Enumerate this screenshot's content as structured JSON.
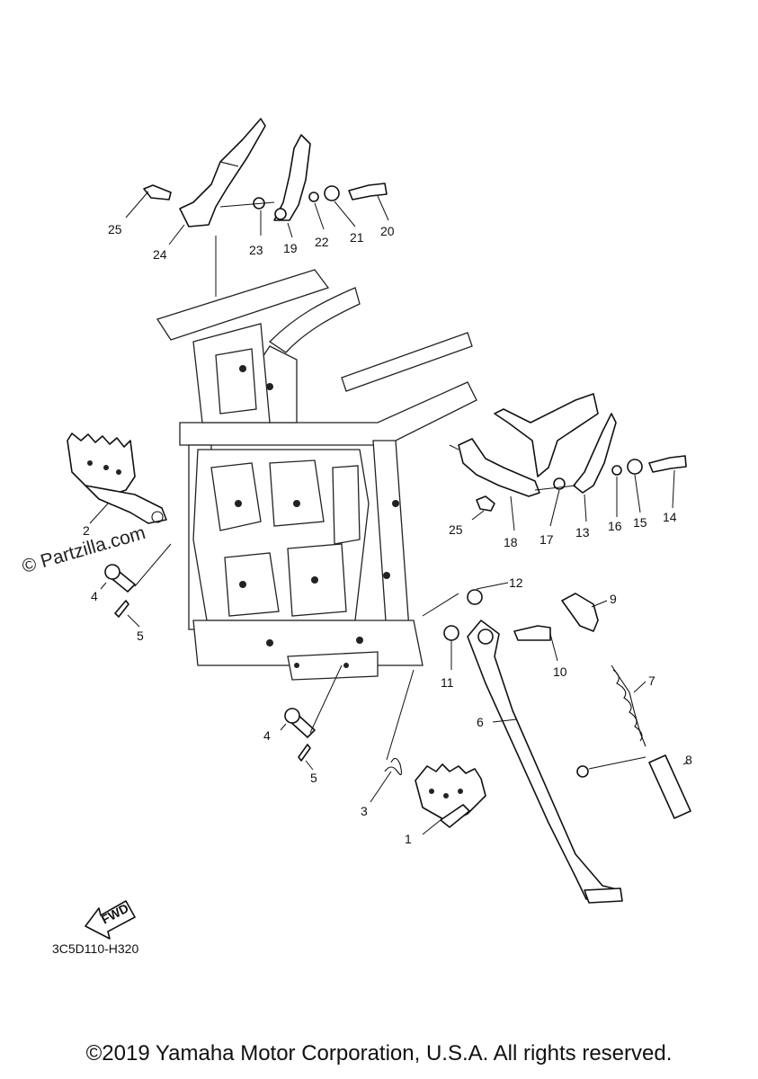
{
  "watermark": "© Partzilla.com",
  "diagram_code": "3C5D110-H320",
  "copyright": "©2019 Yamaha Motor Corporation, U.S.A. All rights reserved.",
  "fwd_label": "FWD",
  "callouts": {
    "p1": "1",
    "p2": "2",
    "p3": "3",
    "p4a": "4",
    "p4b": "4",
    "p5a": "5",
    "p5b": "5",
    "p6": "6",
    "p7": "7",
    "p8": "8",
    "p9": "9",
    "p10": "10",
    "p11": "11",
    "p12": "12",
    "p13": "13",
    "p14": "14",
    "p15": "15",
    "p16": "16",
    "p17": "17",
    "p18": "18",
    "p19": "19",
    "p20": "20",
    "p21": "21",
    "p22": "22",
    "p23": "23",
    "p24": "24",
    "p25a": "25",
    "p25b": "25"
  }
}
